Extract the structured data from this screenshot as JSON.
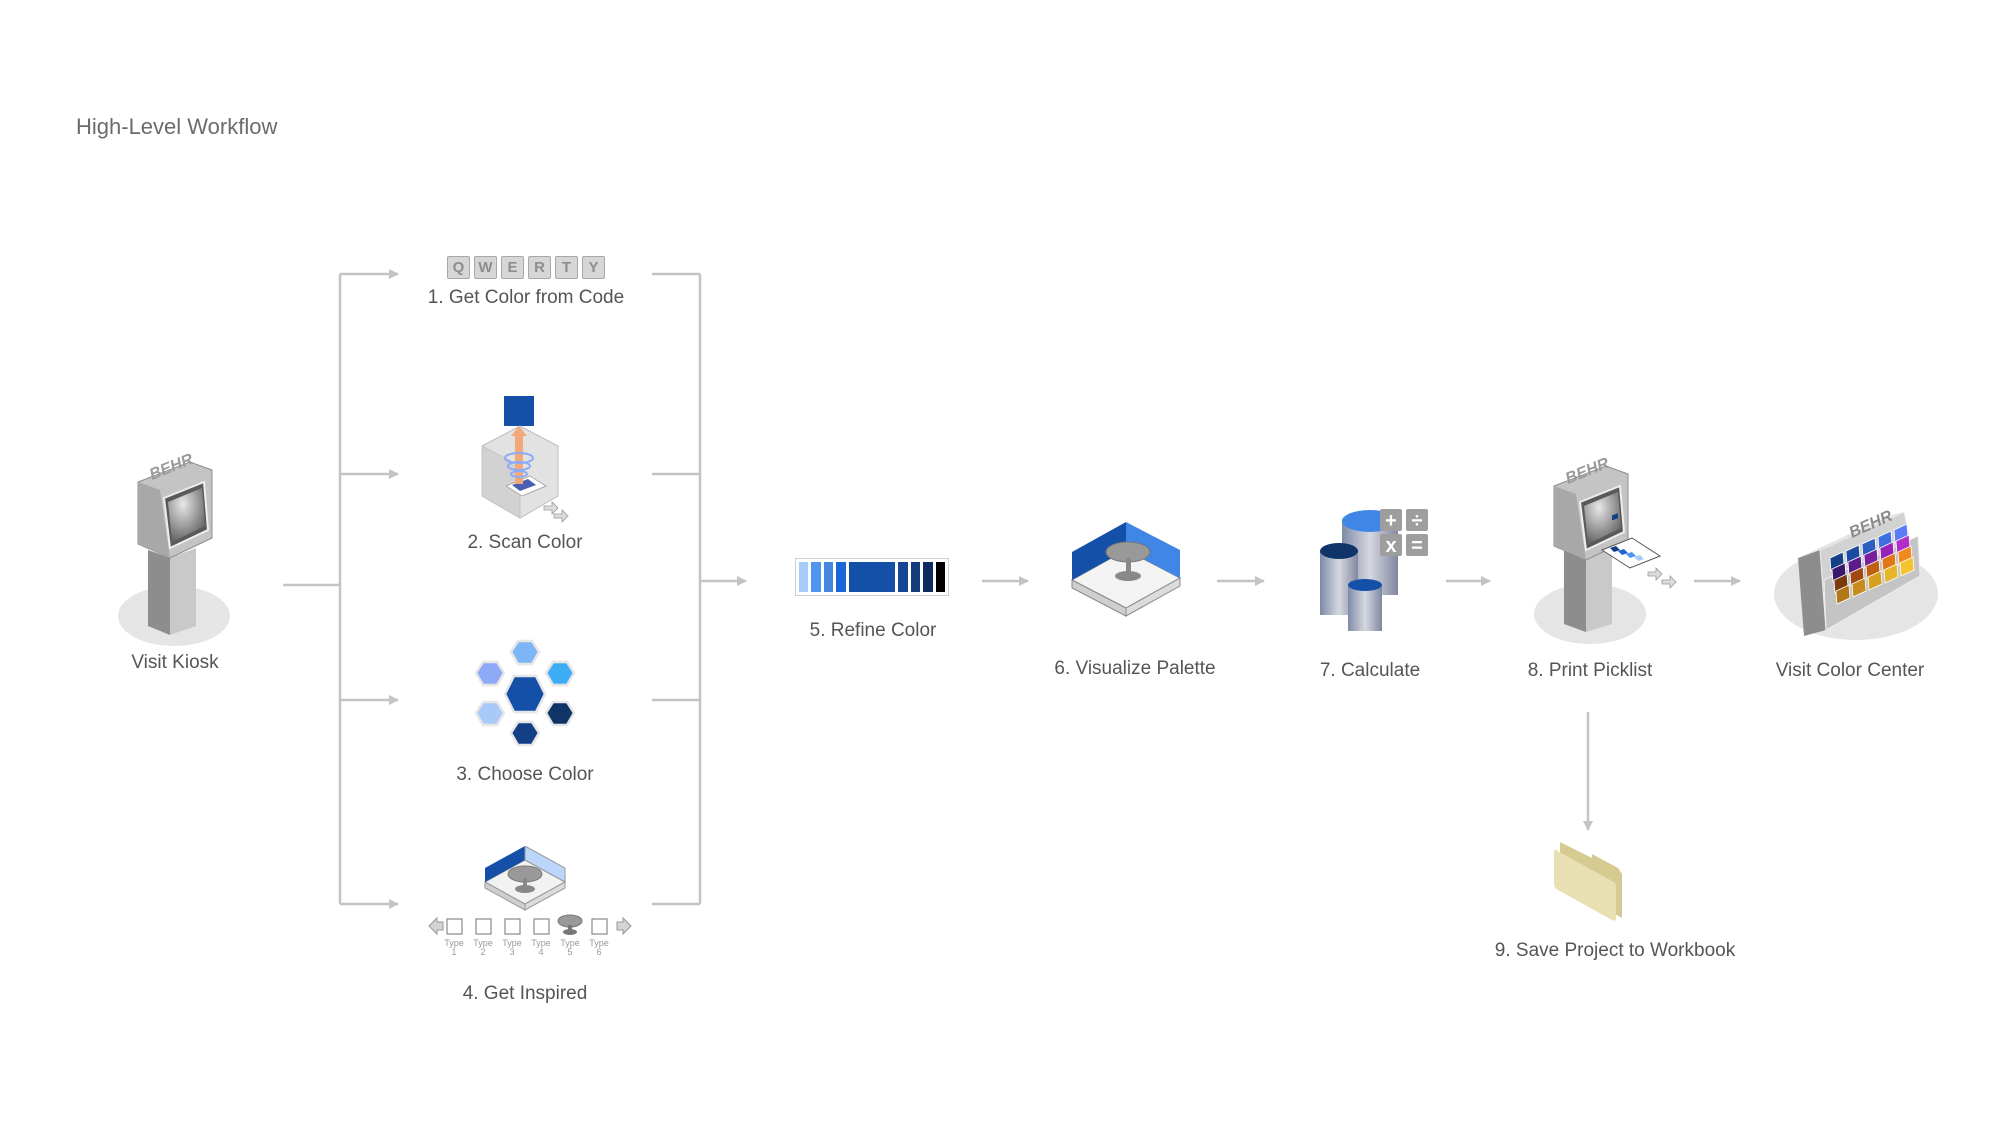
{
  "title": "High-Level Workflow",
  "palette": {
    "connector": "#c4c4c4",
    "label": "#555555",
    "title": "#6b6b6b",
    "kiosk_gray": "#bdbdbd",
    "shadow": "#e5e5e5",
    "brand_blue": "#1450a8",
    "folder": "#e8dfb2"
  },
  "nodes": {
    "start": {
      "label": "Visit Kiosk",
      "brand": "BEHR"
    },
    "step1": {
      "label": "1. Get Color from Code",
      "keys": [
        "Q",
        "W",
        "E",
        "R",
        "T",
        "Y"
      ]
    },
    "step2": {
      "label": "2. Scan Color"
    },
    "step3": {
      "label": "3. Choose Color",
      "swatches": [
        "#7cb6f7",
        "#8ea9f5",
        "#3daef5",
        "#1450a8",
        "#a9caf8",
        "#0e3468",
        "#123f85"
      ]
    },
    "step4": {
      "label": "4. Get Inspired",
      "types": [
        {
          "line1": "Type",
          "line2": "1"
        },
        {
          "line1": "Type",
          "line2": "2"
        },
        {
          "line1": "Type",
          "line2": "3"
        },
        {
          "line1": "Type",
          "line2": "4"
        },
        {
          "line1": "Type",
          "line2": "5"
        },
        {
          "line1": "Type",
          "line2": "6"
        }
      ]
    },
    "step5": {
      "label": "5. Refine Color",
      "strip": [
        "#a7cbfa",
        "#4e95f0",
        "#4587e0",
        "#1c66d8",
        "#1450a8",
        "#154594",
        "#153c7c",
        "#0f2c5e",
        "#000000"
      ]
    },
    "step6": {
      "label": "6. Visualize Palette"
    },
    "step7": {
      "label": "7. Calculate",
      "ops": [
        "+",
        "÷",
        "x",
        "="
      ]
    },
    "step8": {
      "label": "8. Print Picklist",
      "brand": "BEHR"
    },
    "step9": {
      "label": "9. Save Project to Workbook"
    },
    "end": {
      "label": "Visit Color Center",
      "brand": "BEHR"
    }
  }
}
